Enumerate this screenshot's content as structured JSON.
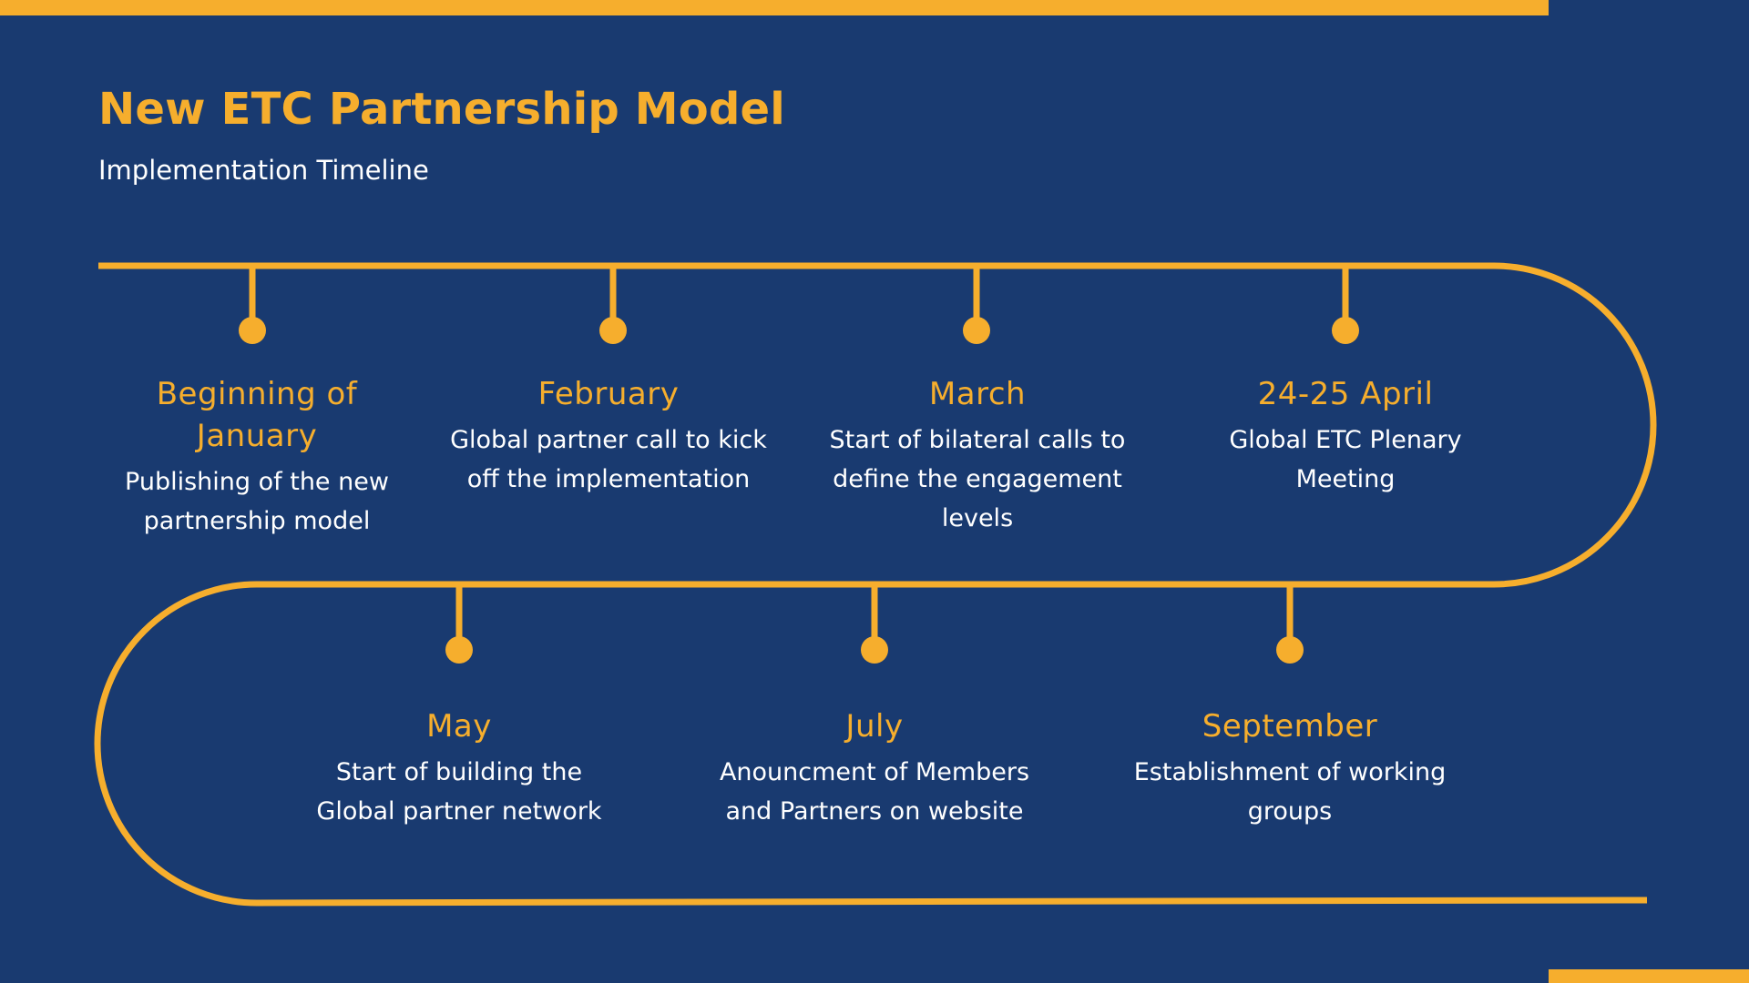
{
  "header": {
    "title": "New ETC Partnership Model",
    "subtitle": "Implementation Timeline"
  },
  "colors": {
    "background": "#193a70",
    "accent": "#f6ae2d",
    "text": "#ffffff"
  },
  "milestones": [
    {
      "label": "Beginning of January",
      "description": "Publishing of the new partnership model"
    },
    {
      "label": "February",
      "description": "Global partner call to kick off the implementation"
    },
    {
      "label": "March",
      "description": "Start of bilateral calls to define the engagement levels"
    },
    {
      "label": "24-25 April",
      "description": "Global ETC Plenary Meeting"
    },
    {
      "label": "May",
      "description": "Start of building the Global partner network"
    },
    {
      "label": "July",
      "description": "Anouncment of Members and Partners on website"
    },
    {
      "label": "September",
      "description": "Establishment of working groups"
    }
  ]
}
